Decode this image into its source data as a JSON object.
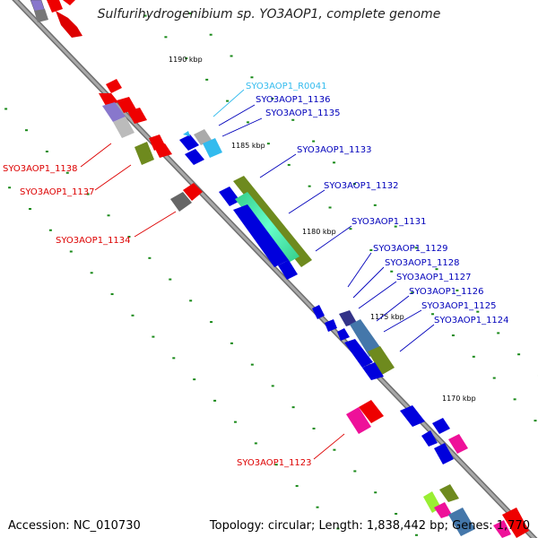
{
  "title": "Sulfurihydrogenibium sp. YO3AOP1, complete genome",
  "footer": {
    "accession": "Accession: NC_010730",
    "summary": "Topology: circular; Length: 1,838,442 bp; Genes: 1,770"
  },
  "ticks": [
    "1190 kbp",
    "1185 kbp",
    "1180 kbp",
    "1175 kbp",
    "1170 kbp"
  ],
  "labels_right": [
    {
      "text": "SYO3AOP1_R0041",
      "color": "#33bbee"
    },
    {
      "text": "SYO3AOP1_1136",
      "color": "#0000bb"
    },
    {
      "text": "SYO3AOP1_1135",
      "color": "#0000bb"
    },
    {
      "text": "SYO3AOP1_1133",
      "color": "#0000bb"
    },
    {
      "text": "SYO3AOP1_1132",
      "color": "#0000bb"
    },
    {
      "text": "SYO3AOP1_1131",
      "color": "#0000bb"
    },
    {
      "text": "SYO3AOP1_1129",
      "color": "#0000bb"
    },
    {
      "text": "SYO3AOP1_1128",
      "color": "#0000bb"
    },
    {
      "text": "SYO3AOP1_1127",
      "color": "#0000bb"
    },
    {
      "text": "SYO3AOP1_1126",
      "color": "#0000bb"
    },
    {
      "text": "SYO3AOP1_1125",
      "color": "#0000bb"
    },
    {
      "text": "SYO3AOP1_1124",
      "color": "#0000bb"
    }
  ],
  "labels_left": [
    {
      "text": "SYO3AOP1_1138",
      "color": "#dd0000"
    },
    {
      "text": "SYO3AOP1_1137",
      "color": "#dd0000"
    },
    {
      "text": "SYO3AOP1_1134",
      "color": "#dd0000"
    },
    {
      "text": "SYO3AOP1_1123",
      "color": "#dd0000"
    }
  ],
  "colors": {
    "backbone": "#8a8a8a",
    "forward_gene": "#ee0000",
    "reverse_gene": "#0000dd",
    "dots": "#1a8a1a",
    "olive": "#6e8a1e",
    "teal": "#44eeaa",
    "cyan": "#33bbee",
    "lavender": "#8877cc",
    "magenta": "#ee1199",
    "grey": "#999999",
    "steel": "#4477aa"
  }
}
